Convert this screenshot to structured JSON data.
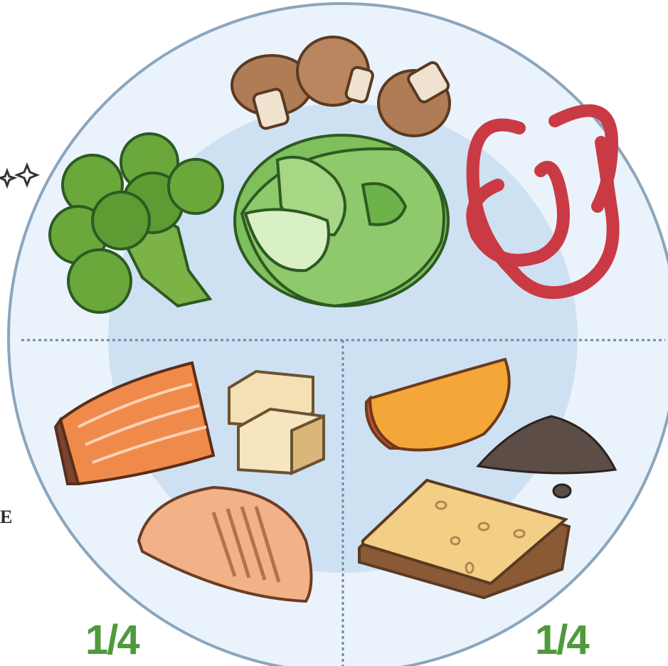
{
  "plate": {
    "bottom_left_fraction": "1/4",
    "bottom_right_fraction": "1/4",
    "edge_letter": "E"
  },
  "icons": [
    "mushroom-icon",
    "broccoli-icon",
    "green-bean-salad-icon",
    "red-pepper-icon",
    "salmon-fillet-icon",
    "tofu-cubes-icon",
    "chicken-breast-icon",
    "sweet-potato-wedge-icon",
    "lentils-pile-icon",
    "bread-slice-icon"
  ],
  "colors": {
    "fraction_green": "#4f9a3c",
    "plate_rim": "#8ba5bd",
    "plate_fill": "#eaf3fb",
    "plate_inner": "#c9ddf0"
  }
}
